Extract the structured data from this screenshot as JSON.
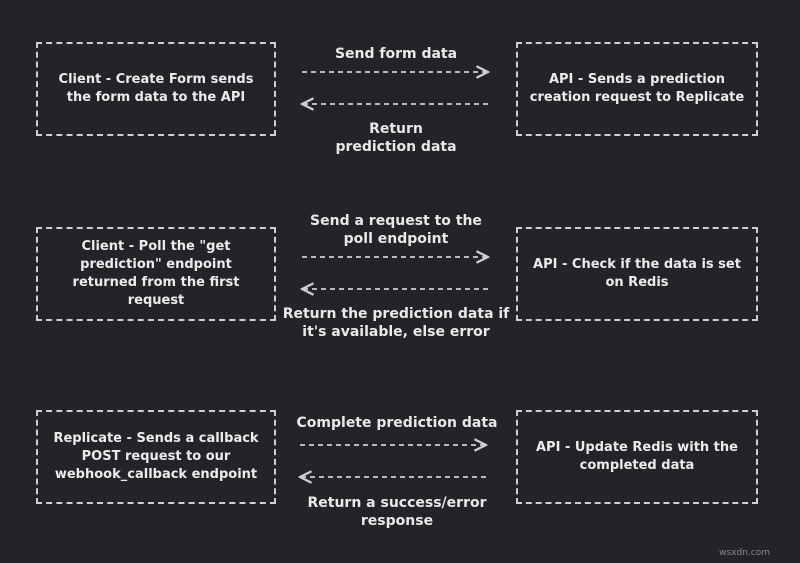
{
  "rows": [
    {
      "left_box": "Client - Create Form sends the form data to the API",
      "right_box": "API - Sends a prediction creation request to Replicate",
      "forward_label": "Send form data",
      "return_label": "Return\nprediction data"
    },
    {
      "left_box": "Client - Poll the \"get prediction\" endpoint returned from the first request",
      "right_box": "API - Check if the data is set on Redis",
      "forward_label": "Send a request to the\npoll endpoint",
      "return_label": "Return the prediction data if\nit's available, else error"
    },
    {
      "left_box": "Replicate - Sends a callback POST request to our webhook_callback endpoint",
      "right_box": "API - Update Redis with the completed data",
      "forward_label": "Complete prediction data",
      "return_label": "Return a success/error\nresponse"
    }
  ],
  "watermark": "wsxdn.com",
  "colors": {
    "background": "#232427",
    "stroke": "#cfcfcf",
    "text": "#e9e9e9"
  }
}
